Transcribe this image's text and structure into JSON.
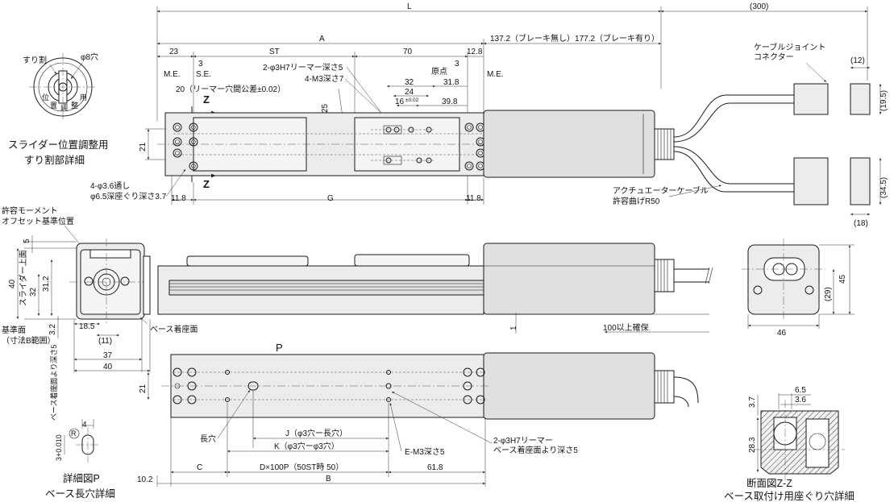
{
  "dims": {
    "L": "L",
    "cable_300": "(300)",
    "A": "A",
    "brake_len": "137.2（ブレーキ無し）177.2（ブレーキ有り）",
    "d23": "23",
    "d3a": "3",
    "ST": "ST",
    "d70": "70",
    "d3b": "3",
    "d12_8": "12.8",
    "ME_left": "M.E.",
    "SE": "S.E.",
    "genten": "原点",
    "ME_right": "M.E.",
    "reamer_hole": "2-φ3H7リーマー深さ5",
    "m3_depth": "4-M3深さ7",
    "d32": "32",
    "d31_8": "31.8",
    "d24": "24",
    "d16": "16",
    "tol_002": "±0.02",
    "d39_8": "39.8",
    "pitch_tol": "20（リーマー穴間公差±0.02）",
    "d25": "25",
    "d21_top": "21",
    "thru_hole": "4-φ3.6通し",
    "counterbore": "φ6.5深座ぐり深さ3.7",
    "d11_8a": "11.8",
    "G": "G",
    "d11_8b": "11.8",
    "Z_top": "Z",
    "Z_bot": "Z",
    "cable_joint_1": "ケーブルジョイント",
    "cable_joint_2": "コネクター",
    "d12": "(12)",
    "d19_5": "(19.5)",
    "d34_5": "(34.5)",
    "d18": "(18)",
    "act_cable_1": "アクチュエーターケーブル",
    "act_cable_2": "許容曲げR50",
    "moment_1": "許容モーメント",
    "moment_2": "オフセット基準位置",
    "d5": "5",
    "d40": "40",
    "d32v": "32",
    "d31_2": "31.2",
    "slider_top": "スライダー上面",
    "ref_face_1": "基準面",
    "ref_face_2": "（寸法B範囲）",
    "d3_2": "3.2",
    "d18_5": "18.5",
    "d11": "(11)",
    "base_face": "ベース着座面",
    "d37": "37",
    "d40h": "40",
    "d1": "1",
    "clear100": "100以上確保",
    "d45": "45",
    "d29": "(29)",
    "d46": "46",
    "P": "P",
    "d21_bot": "21",
    "long_hole": "長穴",
    "J": "J（φ3穴ー長穴）",
    "K": "K（φ3穴ーφ3穴）",
    "E": "E-M3深さ5",
    "reamer2_1": "2-φ3H7リーマー",
    "reamer2_2": "ベース着座面より深さ5",
    "C": "C",
    "D": "D×100P（50ST時 50）",
    "d61_8": "61.8",
    "d10_2": "10.2",
    "B": "B",
    "detailP_v": "ベース着座面より深さ5",
    "detailP_tol": "3+0.010",
    "d4": "4",
    "R": "R",
    "d6_5": "6.5",
    "d3_6": "3.6",
    "d3_7": "3.7",
    "d28_3": "28.3",
    "d8hole": "φ8穴",
    "suriwari": "すり割",
    "pos_chars": [
      "位",
      "置",
      "調",
      "整",
      "用"
    ]
  },
  "titles": {
    "slit_1": "スライダー位置調整用",
    "slit_2": "すり割部詳細",
    "detailP_1": "詳細図P",
    "detailP_2": "ベース長穴詳細",
    "secZ_1": "断面図Z-Z",
    "secZ_2": "ベース取付け用座ぐり穴詳細"
  }
}
